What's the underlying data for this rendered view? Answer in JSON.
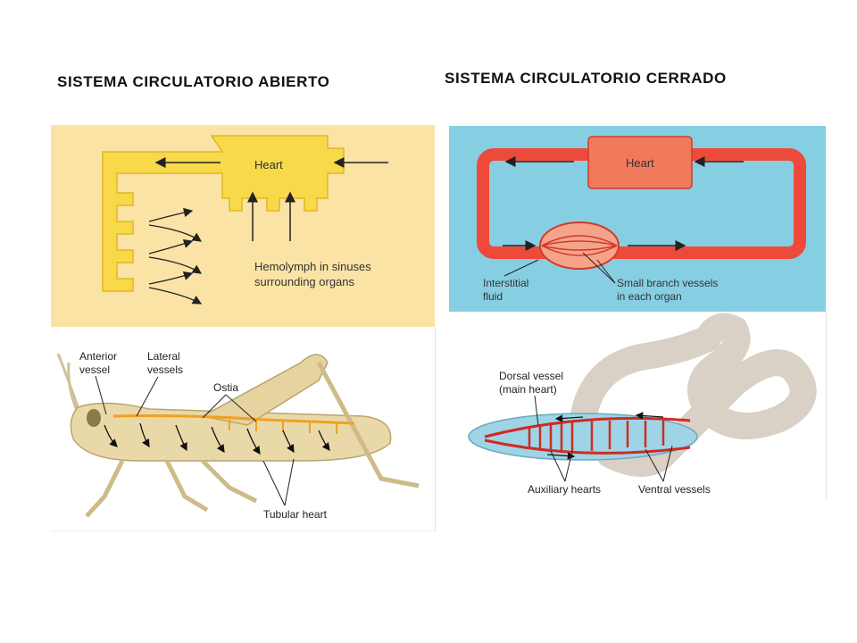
{
  "titles": {
    "open": "SISTEMA  CIRCULATORIO  ABIERTO",
    "closed": "SISTEMA  CIRCULATORIO  CERRADO"
  },
  "open_schematic": {
    "heart": "Heart",
    "hemolymph_line1": "Hemolymph in sinuses",
    "hemolymph_line2": "surrounding organs"
  },
  "grasshopper": {
    "anterior_line1": "Anterior",
    "anterior_line2": "vessel",
    "lateral_line1": "Lateral",
    "lateral_line2": "vessels",
    "ostia": "Ostia",
    "tubular": "Tubular heart"
  },
  "closed_schematic": {
    "heart": "Heart",
    "interstitial_line1": "Interstitial",
    "interstitial_line2": "fluid",
    "branch_line1": "Small branch vessels",
    "branch_line2": "in each organ"
  },
  "earthworm": {
    "dorsal_line1": "Dorsal vessel",
    "dorsal_line2": "(main heart)",
    "auxiliary": "Auxiliary hearts",
    "ventral": "Ventral vessels"
  },
  "colors": {
    "open_bg": "#fbe3a6",
    "open_vessel": "#f7d94a",
    "closed_bg": "#86cfe3",
    "closed_vessel": "#ee4a3a",
    "earthworm_body": "#d9d0c6"
  }
}
